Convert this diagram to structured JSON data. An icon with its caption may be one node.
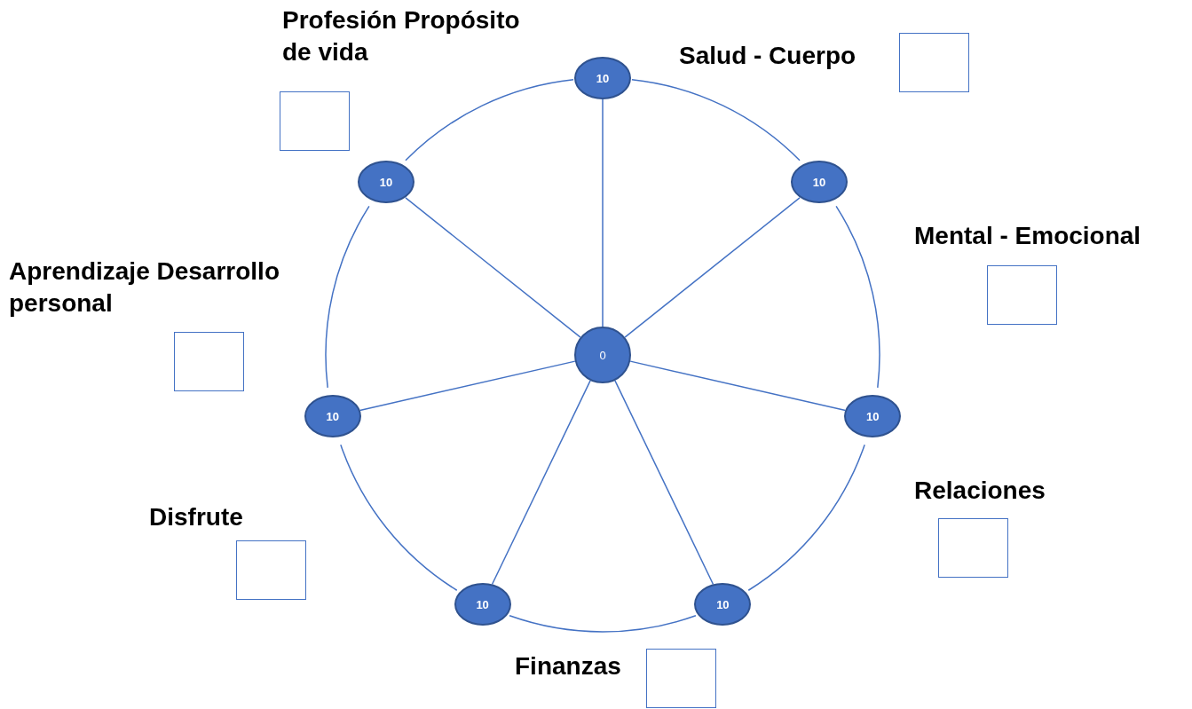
{
  "diagram": {
    "nodes": [
      {
        "text": [
          "0"
        ]
      },
      {
        "text": [
          "10"
        ]
      },
      {
        "text": [
          "10"
        ]
      },
      {
        "text": [
          "10"
        ]
      },
      {
        "text": [
          "10"
        ]
      },
      {
        "text": [
          "10"
        ]
      },
      {
        "text": [
          "10"
        ]
      },
      {
        "text": [
          "10"
        ]
      },
      {
        "text": [],
        "shape": "box",
        "beside": [
          "Profesión Propósito de vida"
        ]
      },
      {
        "text": [],
        "shape": "box",
        "beside": [
          "Salud - Cuerpo"
        ]
      },
      {
        "text": [],
        "shape": "box",
        "beside": [
          "Mental - Emocional"
        ]
      },
      {
        "text": [],
        "shape": "box",
        "beside": [
          "Aprendizaje Desarrollo personal"
        ]
      },
      {
        "text": [],
        "shape": "box",
        "beside": [
          "Relaciones"
        ]
      },
      {
        "text": [],
        "shape": "box",
        "beside": [
          "Disfrute"
        ]
      },
      {
        "text": [],
        "shape": "box",
        "beside": [
          "Finanzas"
        ]
      }
    ],
    "edges": [
      {
        "from": 0,
        "to": 1,
        "arrow": "none"
      },
      {
        "from": 0,
        "to": 2,
        "arrow": "none"
      },
      {
        "from": 0,
        "to": 3,
        "arrow": "none"
      },
      {
        "from": 0,
        "to": 4,
        "arrow": "none"
      },
      {
        "from": 0,
        "to": 5,
        "arrow": "none"
      },
      {
        "from": 0,
        "to": 6,
        "arrow": "none"
      },
      {
        "from": 0,
        "to": 7,
        "arrow": "none"
      },
      {
        "from": 1,
        "to": 2,
        "arrow": "none"
      },
      {
        "from": 2,
        "to": 3,
        "arrow": "none"
      },
      {
        "from": 3,
        "to": 4,
        "arrow": "none"
      },
      {
        "from": 4,
        "to": 5,
        "arrow": "none"
      },
      {
        "from": 5,
        "to": 6,
        "arrow": "none"
      },
      {
        "from": 6,
        "to": 7,
        "arrow": "none"
      },
      {
        "from": 7,
        "to": 1,
        "arrow": "none"
      }
    ]
  }
}
